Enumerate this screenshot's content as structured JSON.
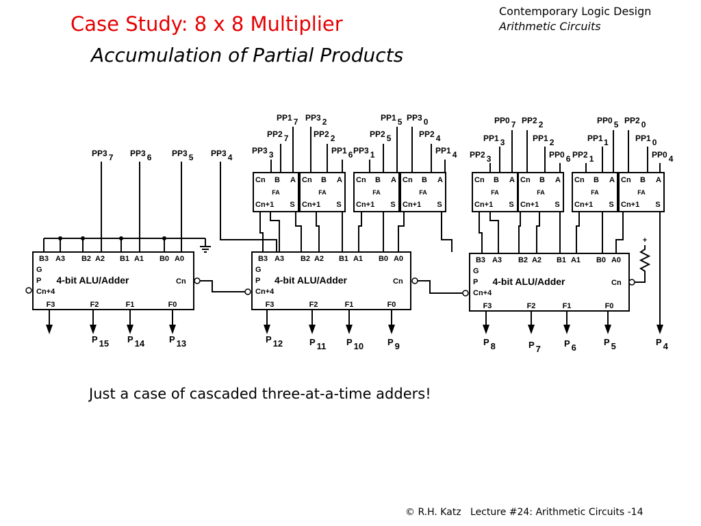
{
  "header": {
    "title": "Case Study: 8 x 8 Multiplier",
    "subtitle": "Accumulation of Partial Products",
    "course_line1": "Contemporary Logic Design",
    "course_line2": "Arithmetic Circuits"
  },
  "caption": "Just a case of cascaded three-at-a-time adders!",
  "footer": "© R.H. Katz   Lecture #24: Arithmetic Circuits -14",
  "labels": {
    "alu_title": "4-bit ALU/Adder",
    "alu_top_ports": [
      "B3",
      "A3",
      "B2",
      "A2",
      "B1",
      "A1",
      "B0",
      "A0"
    ],
    "alu_left_ports": [
      "G",
      "P",
      "Cn+4"
    ],
    "alu_cn": "Cn",
    "alu_outputs": [
      "F3",
      "F2",
      "F1",
      "F0"
    ],
    "fa_title": "FA",
    "fa_inputs": [
      "Cn",
      "B",
      "A"
    ],
    "fa_outputs": [
      "Cn+1",
      "S"
    ],
    "plus": "+"
  },
  "products": {
    "alu1": [
      {
        "b": "P",
        "s": "15"
      },
      {
        "b": "P",
        "s": "14"
      },
      {
        "b": "P",
        "s": "13"
      }
    ],
    "alu2": [
      {
        "b": "P",
        "s": "12"
      },
      {
        "b": "P",
        "s": "11"
      },
      {
        "b": "P",
        "s": "10"
      },
      {
        "b": "P",
        "s": "9"
      }
    ],
    "alu3": [
      {
        "b": "P",
        "s": "8"
      },
      {
        "b": "P",
        "s": "7"
      },
      {
        "b": "P",
        "s": "6"
      },
      {
        "b": "P",
        "s": "5"
      },
      {
        "b": "P",
        "s": "4"
      }
    ]
  },
  "partial_products": {
    "alu1_inputs": [
      {
        "b": "PP3",
        "s": "7"
      },
      {
        "b": "PP3",
        "s": "6"
      },
      {
        "b": "PP3",
        "s": "5"
      },
      {
        "b": "PP3",
        "s": "4"
      }
    ],
    "fa_group1": [
      {
        "b": "PP1",
        "s": "7"
      },
      {
        "b": "PP3",
        "s": "2"
      },
      {
        "b": "PP2",
        "s": "7"
      },
      {
        "b": "PP2",
        "s": "2"
      },
      {
        "b": "PP3",
        "s": "3"
      },
      {
        "b": "PP1",
        "s": "6"
      },
      {
        "b": "PP1",
        "s": "5"
      },
      {
        "b": "PP3",
        "s": "0"
      },
      {
        "b": "PP2",
        "s": "5"
      },
      {
        "b": "PP2",
        "s": "4"
      },
      {
        "b": "PP3",
        "s": "1"
      },
      {
        "b": "PP1",
        "s": "4"
      }
    ],
    "fa_group2": [
      {
        "b": "PP0",
        "s": "7"
      },
      {
        "b": "PP2",
        "s": "2"
      },
      {
        "b": "PP1",
        "s": "3"
      },
      {
        "b": "PP1",
        "s": "2"
      },
      {
        "b": "PP2",
        "s": "3"
      },
      {
        "b": "PP0",
        "s": "6"
      },
      {
        "b": "PP0",
        "s": "5"
      },
      {
        "b": "PP2",
        "s": "0"
      },
      {
        "b": "PP1",
        "s": "1"
      },
      {
        "b": "PP1",
        "s": "0"
      },
      {
        "b": "PP2",
        "s": "1"
      },
      {
        "b": "PP0",
        "s": "4"
      }
    ]
  }
}
